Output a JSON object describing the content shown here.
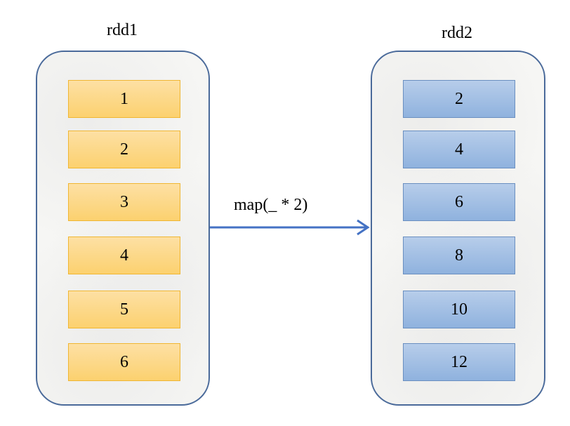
{
  "left": {
    "title": "rdd1",
    "items": [
      "1",
      "2",
      "3",
      "4",
      "5",
      "6"
    ],
    "color": "#fcd16f"
  },
  "right": {
    "title": "rdd2",
    "items": [
      "2",
      "4",
      "6",
      "8",
      "10",
      "12"
    ],
    "color": "#8fb2de"
  },
  "operation": {
    "label": "map(_ * 2)",
    "arrow_color": "#4472c4"
  }
}
